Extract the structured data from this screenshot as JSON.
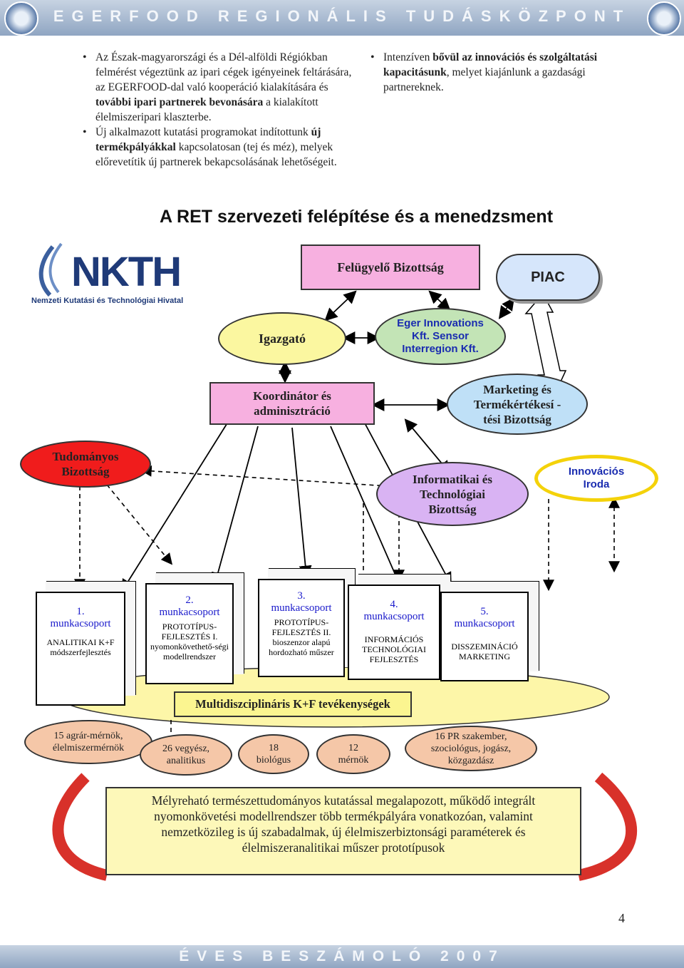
{
  "header": {
    "title": "EGERFOOD REGIONÁLIS TUDÁSKÖZPONT"
  },
  "footer": {
    "title": "ÉVES BESZÁMOLÓ 2007",
    "page_number": "4"
  },
  "left_bullets": [
    {
      "pre": "Az Észak-magyarországi és a Dél-alföldi Régiókban felmérést végeztünk az ipari cégek igényeinek feltárására, az EGERFOOD-dal való kooperáció kialakítására és ",
      "bold": "további ipari partnerek bevonására",
      "post": " a kialakított élelmiszeripari klaszterbe."
    },
    {
      "pre": "Új alkalmazott kutatási programokat indítottunk ",
      "bold": "új termékpályákkal",
      "post": " kapcsolatosan (tej és méz), melyek előrevetítik új partnerek bekapcsolásának lehetőségeit."
    }
  ],
  "right_bullets": [
    {
      "pre": "Intenzíven ",
      "bold": "bővül az innovációs és szolgáltatási kapacitásunk",
      "post": ", melyet kiajánlunk a gazdasági partnereknek."
    }
  ],
  "diagram": {
    "title": "A RET szervezeti felépítése és a menedzsment",
    "logo": {
      "name": "NKTH",
      "subtitle": "Nemzeti Kutatási és Technológiai Hivatal"
    },
    "felugyelo": "Felügyelő Bizottság",
    "piac": "PIAC",
    "igazgato": "Igazgató",
    "eger": "Eger Innovations Kft. Sensor Interregion Kft.",
    "koordinator": "Koordinátor és adminisztráció",
    "marketing": "Marketing és Termékértékesí -tési Bizottság",
    "tudomanyos": "Tudományos Bizottság",
    "informatikai": "Informatikai és Technológiai Bizottság",
    "innovacios": "Innovációs Iroda",
    "groups": [
      {
        "num": "1.",
        "name": "munkacsoport",
        "desc": "ANALITIKAI K+F módszerfejlesztés"
      },
      {
        "num": "2.",
        "name": "munkacsoport",
        "desc": "PROTOTÍPUS-FEJLESZTÉS I. nyomonkövethető-ségi modellrendszer"
      },
      {
        "num": "3.",
        "name": "munkacsoport",
        "desc": "PROTOTÍPUS-FEJLESZTÉS II. bioszenzor alapú hordozható műszer"
      },
      {
        "num": "4.",
        "name": "munkacsoport",
        "desc": "INFORMÁCIÓS TECHNOLÓGIAI FEJLESZTÉS"
      },
      {
        "num": "5.",
        "name": "munkacsoport",
        "desc": "DISSZEMINÁCIÓ MARKETING"
      }
    ],
    "multi": "Multidiszciplináris K+F tevékenységek",
    "staff": [
      "15 agrár-mérnök, élelmiszermérnök",
      "26 vegyész, analitikus",
      "18 biológus",
      "12 mérnök",
      "16 PR szakember, szociológus, jogász, közgazdász"
    ],
    "summary": "Mélyreható természettudományos kutatással megalapozott, működő integrált nyomonkövetési modellrendszer több termékpályára vonatkozóan, valamint nemzetközileg is új szabadalmak, új élelmiszerbiztonsági paraméterek és élelmiszeranalitikai műszer prototípusok"
  }
}
